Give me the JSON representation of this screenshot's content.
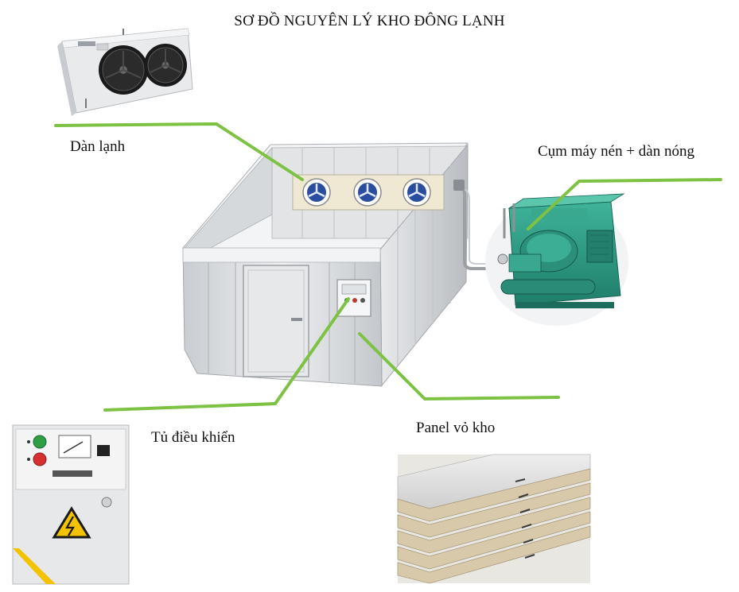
{
  "title": "SƠ ĐỒ NGUYÊN LÝ KHO ĐÔNG LẠNH",
  "labels": {
    "evaporator": "Dàn lạnh",
    "condensing_unit": "Cụm máy nén + dàn nóng",
    "control_cabinet": "Tủ điều khiển",
    "panel": "Panel vỏ kho"
  },
  "colors": {
    "leader_line": "#7dc242",
    "wall": "#d9dcdf",
    "compressor_body": "#2e9e86",
    "fan": "#2a4d9e",
    "warning_sign": "#f3c300"
  },
  "icons": [
    "evaporator-unit-photo",
    "cold-room-illustration",
    "condensing-unit-photo",
    "control-panel-photo",
    "panel-stack-photo",
    "electrical-warning-icon"
  ]
}
